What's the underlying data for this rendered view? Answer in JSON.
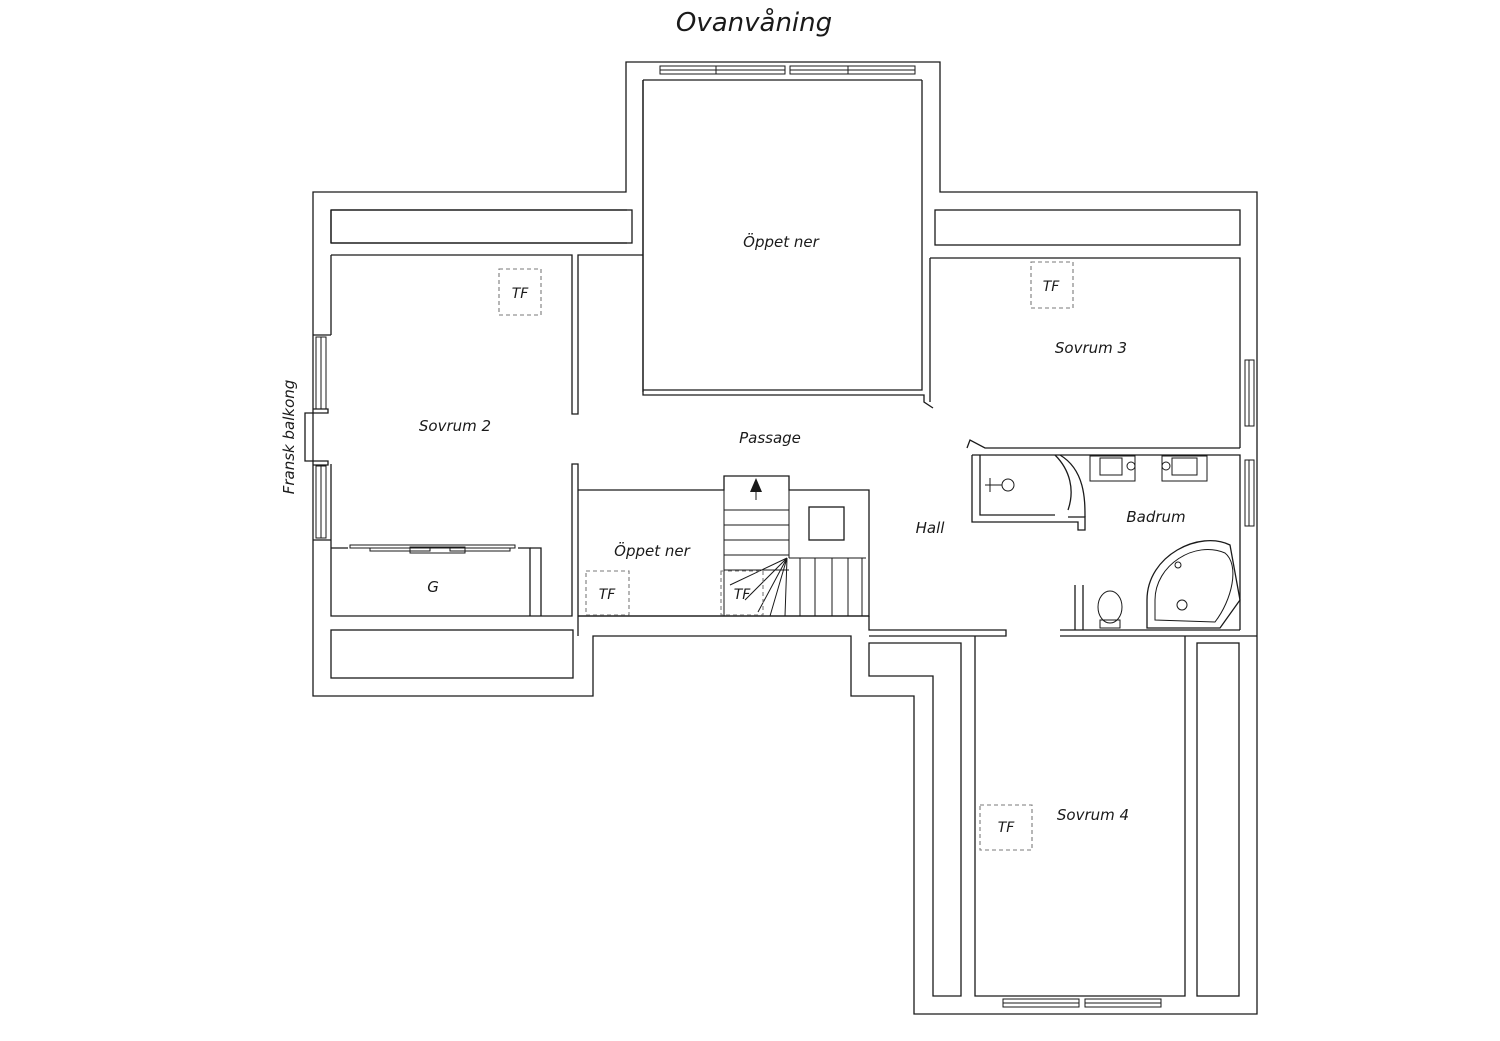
{
  "plan": {
    "title": "Ovanvåning",
    "rooms": {
      "open_top": "Öppet ner",
      "bedroom2": "Sovrum 2",
      "bedroom3": "Sovrum 3",
      "passage": "Passage",
      "hall": "Hall",
      "bathroom": "Badrum",
      "open_stair": "Öppet ner",
      "wardrobe": "G",
      "bedroom4": "Sovrum 4",
      "balcony": "Fransk balkong"
    },
    "markers": {
      "tf_bedroom2": "TF",
      "tf_bedroom3": "TF",
      "tf_open_left": "TF",
      "tf_stair": "TF",
      "tf_bedroom4": "TF"
    }
  }
}
